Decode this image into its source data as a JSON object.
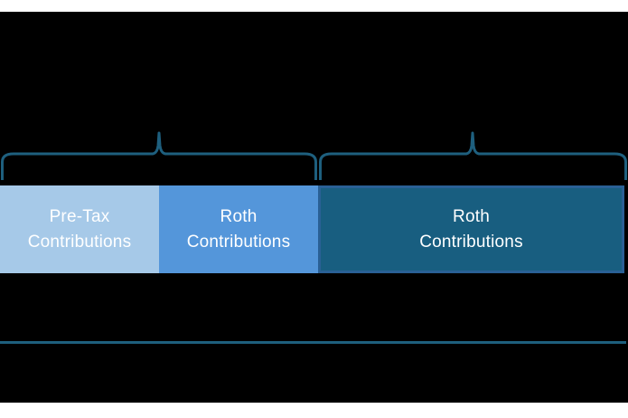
{
  "figure": {
    "description": "Segmented contribution bar diagram with two overhead braces and a horizontal divider line on a black slide"
  },
  "colors": {
    "page-bg": "#ffffff",
    "slide-bg": "#000000",
    "segment-pretax": "#a6c9e8",
    "segment-roth": "#5496da",
    "segment-roth-dark": "#185e80",
    "segment-roth-dark-border": "#2a6095",
    "brace": "#1e5f7e",
    "divider": "#1e5f7e",
    "label-text": "#ffffff"
  },
  "bar": {
    "segments": [
      {
        "id": "pre-tax",
        "label_line1": "Pre-Tax",
        "label_line2": "Contributions",
        "fill": "#a6c9e8"
      },
      {
        "id": "roth",
        "label_line1": "Roth",
        "label_line2": "Contributions",
        "fill": "#5496da"
      },
      {
        "id": "roth-dark",
        "label_line1": "Roth",
        "label_line2": "Contributions",
        "fill": "#185e80"
      }
    ]
  }
}
